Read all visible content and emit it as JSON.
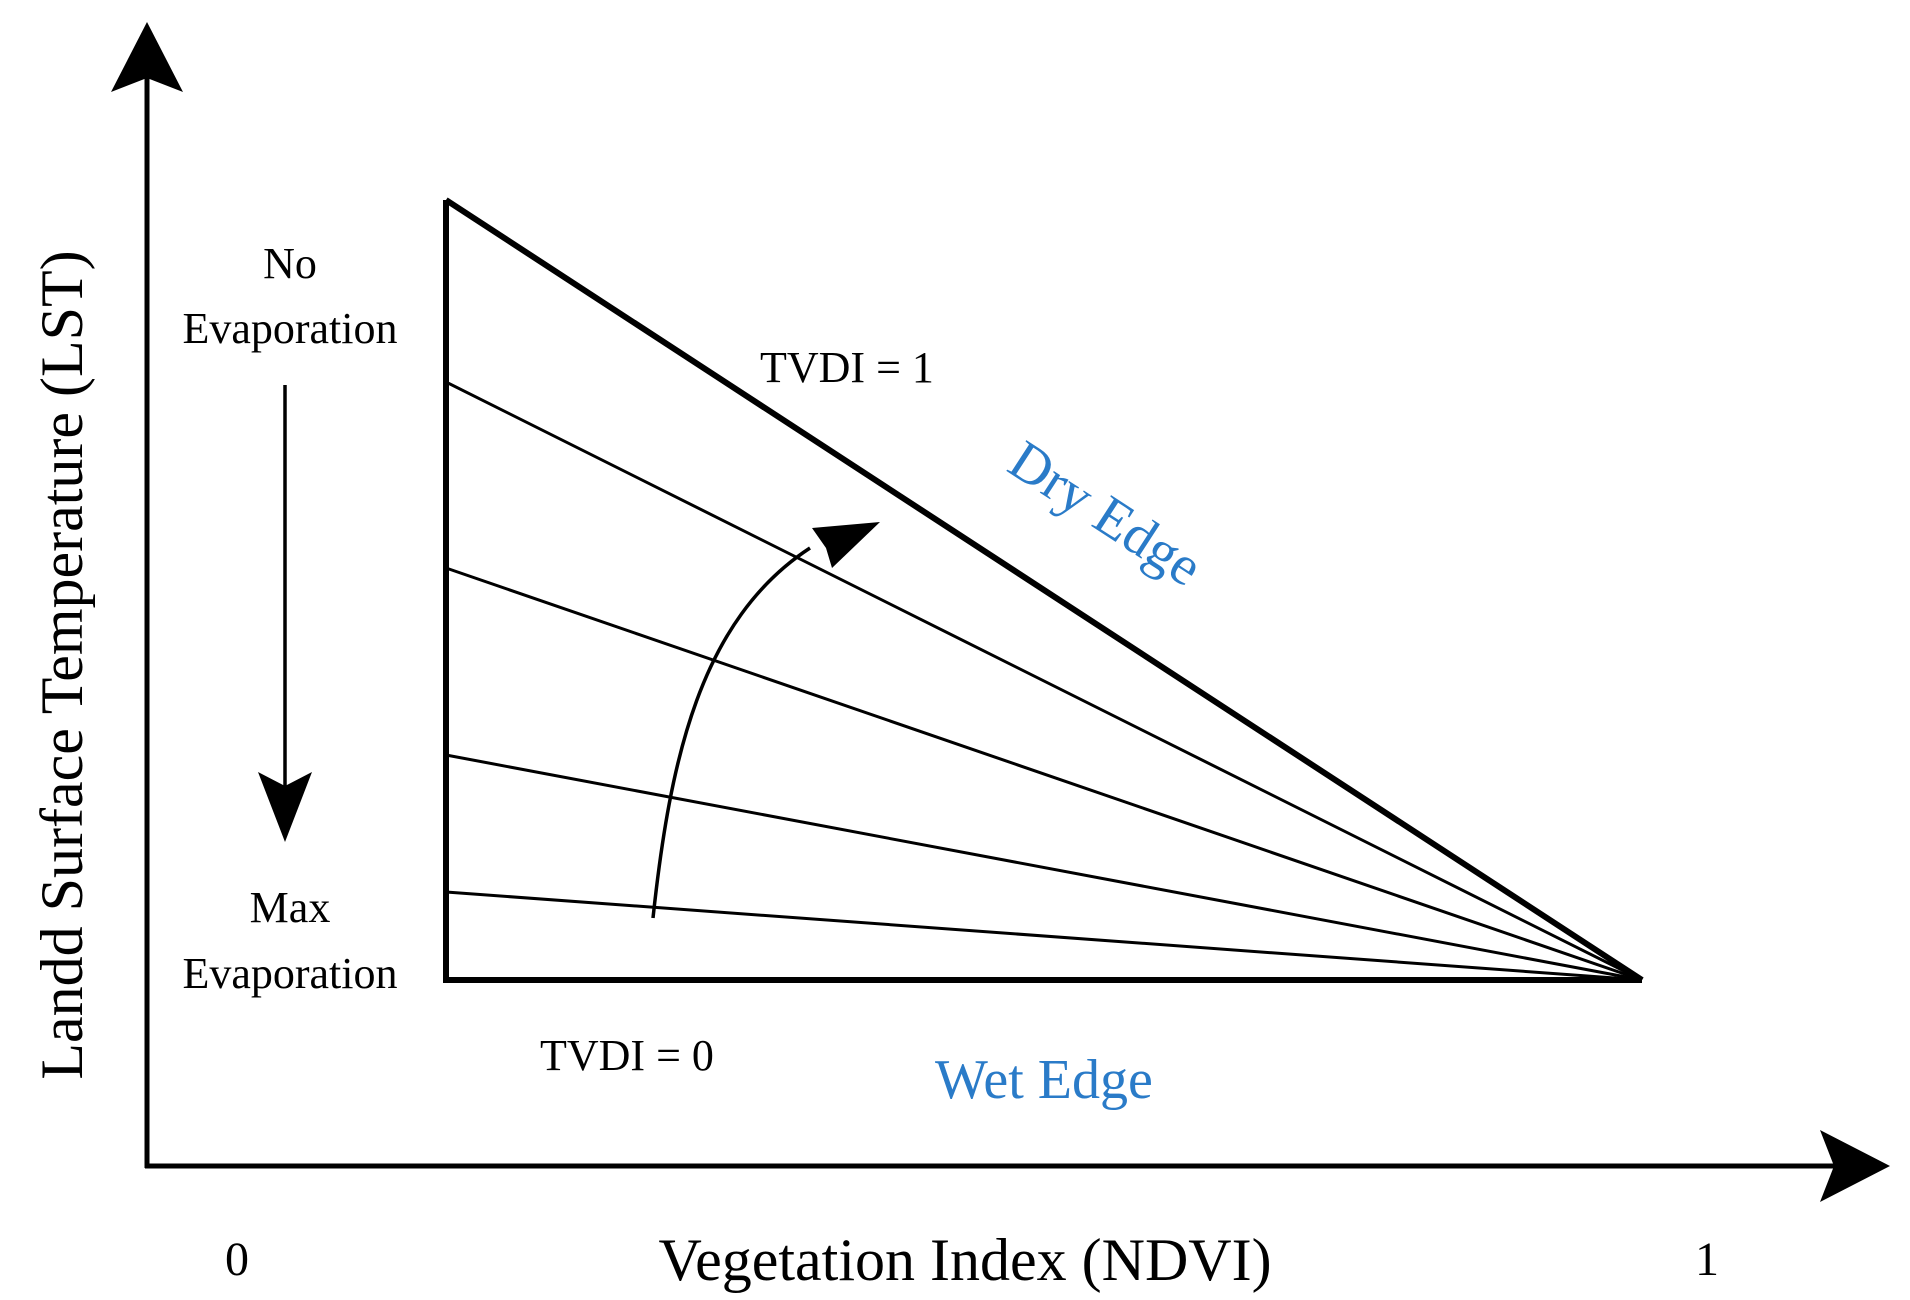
{
  "axes": {
    "y_label": "Landd Surface Temperature (LST)",
    "x_label": "Vegetation Index (NDVI)",
    "x_min_label": "0",
    "x_max_label": "1"
  },
  "annotations": {
    "no_evaporation_line1": "No",
    "no_evaporation_line2": "Evaporation",
    "max_evaporation_line1": "Max",
    "max_evaporation_line2": "Evaporation",
    "tvdi_one": "TVDI = 1",
    "tvdi_zero": "TVDI = 0",
    "dry_edge": "Dry Edge",
    "wet_edge": "Wet Edge"
  },
  "colors": {
    "edge_label": "#2a7bc8",
    "lines": "#000000"
  }
}
